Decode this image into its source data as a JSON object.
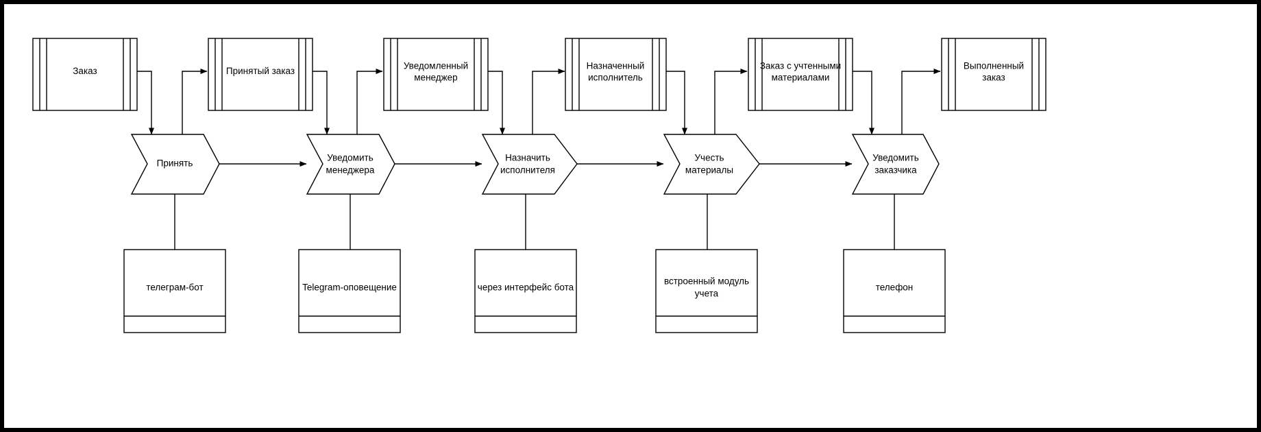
{
  "diagram": {
    "title": "Order processing flow (IDEF-style)",
    "background_color": "#ffffff",
    "line_color": "#000000",
    "frame_color": "#000000",
    "data_objects": [
      {
        "id": "order",
        "label_lines": [
          "Заказ"
        ]
      },
      {
        "id": "accepted-order",
        "label_lines": [
          "Принятый заказ"
        ]
      },
      {
        "id": "notified-manager",
        "label_lines": [
          "Уведомленный",
          "менеджер"
        ]
      },
      {
        "id": "assigned-worker",
        "label_lines": [
          "Назначенный",
          "исполнитель"
        ]
      },
      {
        "id": "order-materials",
        "label_lines": [
          "Заказ с учтенными",
          "материалами"
        ]
      },
      {
        "id": "completed-order",
        "label_lines": [
          "Выполненный",
          "заказ"
        ]
      }
    ],
    "processes": [
      {
        "id": "accept",
        "label_lines": [
          "Принять"
        ]
      },
      {
        "id": "notify-manager",
        "label_lines": [
          "Уведомить",
          "менеджера"
        ]
      },
      {
        "id": "assign-worker",
        "label_lines": [
          "Назначить",
          "исполнителя"
        ]
      },
      {
        "id": "account-materials",
        "label_lines": [
          "Учесть",
          "материалы"
        ]
      },
      {
        "id": "notify-customer",
        "label_lines": [
          "Уведомить",
          "заказчика"
        ]
      }
    ],
    "mechanisms": [
      {
        "id": "telegram-bot",
        "label_lines": [
          "телеграм-бот"
        ]
      },
      {
        "id": "telegram-notice",
        "label_lines": [
          "Telegram-оповещение"
        ]
      },
      {
        "id": "bot-interface",
        "label_lines": [
          "через интерфейс бота"
        ]
      },
      {
        "id": "builtin-module",
        "label_lines": [
          "встроенный модуль",
          "учета"
        ]
      },
      {
        "id": "phone",
        "label_lines": [
          "телефон"
        ]
      }
    ]
  }
}
